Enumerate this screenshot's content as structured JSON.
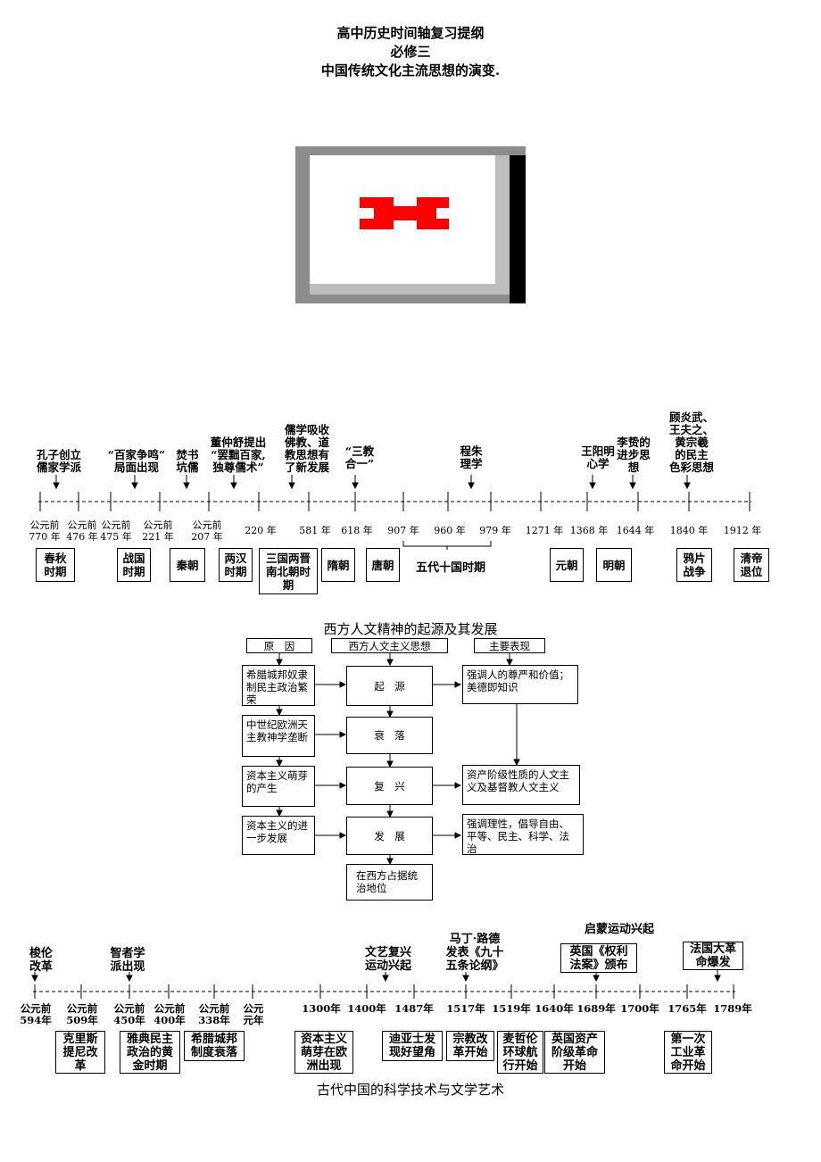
{
  "header": {
    "title": "高中历史时间轴复习提纲",
    "subtitle": "必修三",
    "topic": "中国传统文化主流思想的演变."
  },
  "logo": {
    "colors": {
      "outer": "#8c8c8c",
      "inner": "#ffffff",
      "shadow": "#000000",
      "bevel": "#bdbdbd",
      "mark": "#ff0000"
    }
  },
  "timeline1": {
    "events": [
      {
        "text": "孔子创立\n儒家学派"
      },
      {
        "text": "“百家争鸣”\n局面出现"
      },
      {
        "text": "焚书\n坑儒"
      },
      {
        "text": "董仲舒提出\n“罢黜百家,\n独尊儒术”"
      },
      {
        "text": "儒学吸收\n佛教、道\n教思想有\n了新发展"
      },
      {
        "text": "“三教\n合一”"
      },
      {
        "text": "程朱\n理学"
      },
      {
        "text": "王阳明\n心学"
      },
      {
        "text": "李贽的\n进步思\n想"
      },
      {
        "text": "顾炎武、\n王夫之、\n黄宗羲\n的民主\n色彩思想"
      }
    ],
    "years": [
      {
        "text": "公元前\n770 年"
      },
      {
        "text": "公元前\n476 年"
      },
      {
        "text": "公元前\n475 年"
      },
      {
        "text": "公元前\n221 年"
      },
      {
        "text": "公元前\n207 年"
      },
      {
        "text": "220 年"
      },
      {
        "text": "581 年"
      },
      {
        "text": "618 年"
      },
      {
        "text": "907 年"
      },
      {
        "text": "960 年"
      },
      {
        "text": "979 年"
      },
      {
        "text": "1271 年"
      },
      {
        "text": "1368 年"
      },
      {
        "text": "1644 年"
      },
      {
        "text": "1840 年"
      },
      {
        "text": "1912 年"
      }
    ],
    "periods": [
      {
        "text": "春秋\n时期"
      },
      {
        "text": "战国\n时期"
      },
      {
        "text": "秦朝"
      },
      {
        "text": "两汉\n时期"
      },
      {
        "text": "三国两晋\n南北朝时\n期"
      },
      {
        "text": "隋朝"
      },
      {
        "text": "唐朝"
      },
      {
        "text": "元朝"
      },
      {
        "text": "明朝"
      },
      {
        "text": "鸦片\n战争"
      },
      {
        "text": "清帝\n退位"
      }
    ],
    "five_dynasties": "五代十国时期"
  },
  "flow": {
    "title": "西方人文精神的起源及其发展",
    "headers": [
      "原　因",
      "西方人文主义思想",
      "主要表现"
    ],
    "causes": [
      "希腊城邦奴隶制民主政治繁荣",
      "中世纪欧洲天主教神学垄断",
      "资本主义萌芽的产生",
      "资本主义的进一步发展"
    ],
    "stages": [
      "起　源",
      "衰　落",
      "复　兴",
      "发　展",
      "在西方占据统治地位"
    ],
    "outcomes": [
      "强调人的尊严和价值；美德即知识",
      "资产阶级性质的人文主义及基督教人文主义",
      "强调理性，倡导自由、平等、民主、科学、法治"
    ]
  },
  "timeline2": {
    "events": [
      {
        "text": "梭伦\n改革"
      },
      {
        "text": "智者学\n派出现"
      },
      {
        "text": "文艺复兴\n运动兴起"
      },
      {
        "text": "马丁·路德\n发表《九十\n五条论纲》"
      },
      {
        "text": "启蒙运动兴起"
      },
      {
        "text": "英国《权利\n法案》颁布"
      },
      {
        "text": "法国大革\n命爆发"
      }
    ],
    "years": [
      {
        "text": "公元前\n594年"
      },
      {
        "text": "公元前\n509年"
      },
      {
        "text": "公元前\n450年"
      },
      {
        "text": "公元前\n400年"
      },
      {
        "text": "公元前\n338年"
      },
      {
        "text": "公元\n元年"
      },
      {
        "text": "1300年"
      },
      {
        "text": "1400年"
      },
      {
        "text": "1487年"
      },
      {
        "text": "1517年"
      },
      {
        "text": "1519年"
      },
      {
        "text": "1640年"
      },
      {
        "text": "1689年"
      },
      {
        "text": "1700年"
      },
      {
        "text": "1765年"
      },
      {
        "text": "1789年"
      }
    ],
    "periods": [
      {
        "text": "克里斯\n提尼改\n革"
      },
      {
        "text": "雅典民主\n政治的黄\n金时期"
      },
      {
        "text": "希腊城邦\n制度衰落"
      },
      {
        "text": "资本主义\n萌芽在欧\n洲出现"
      },
      {
        "text": "迪亚士发\n现好望角"
      },
      {
        "text": "宗教改\n革开始"
      },
      {
        "text": "麦哲伦\n环球航\n行开始"
      },
      {
        "text": "英国资产\n阶级革命\n开始"
      },
      {
        "text": "第一次\n工业革\n命开始"
      }
    ]
  },
  "footer": {
    "title": "古代中国的科学技术与文学艺术"
  }
}
